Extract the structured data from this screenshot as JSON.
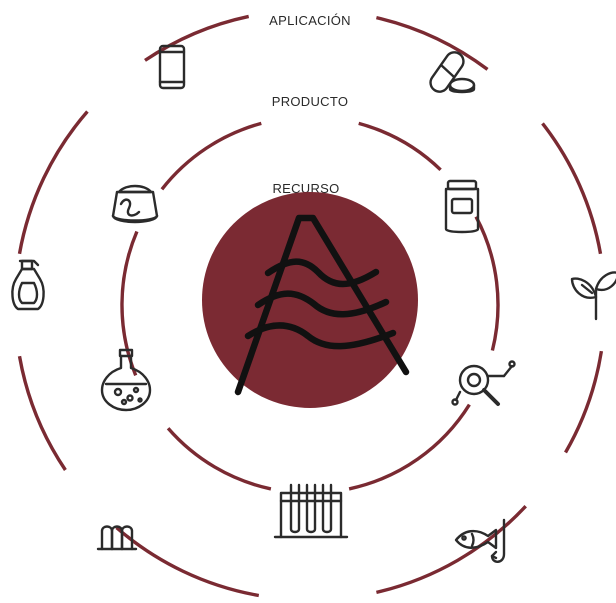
{
  "labels": {
    "outer": "APLICACIÓN",
    "middle": "PRODUCTO",
    "inner": "RECURSO"
  },
  "colors": {
    "ring": "#7a2a32",
    "center_fill": "#7b2a33",
    "icon_stroke": "#2b2b2b",
    "logo_stroke": "#111111"
  },
  "icons": {
    "outer_ring": [
      "smartphone-icon",
      "pills-icon",
      "plant-sprout-icon",
      "fish-hook-icon",
      "gummy-candy-icon",
      "lotion-bottle-icon"
    ],
    "middle_ring": [
      "jar-icon",
      "magnifier-molecule-icon",
      "test-tubes-rack-icon",
      "chemistry-flask-icon",
      "powder-bag-icon"
    ],
    "center": "logo-a-waves-icon"
  }
}
